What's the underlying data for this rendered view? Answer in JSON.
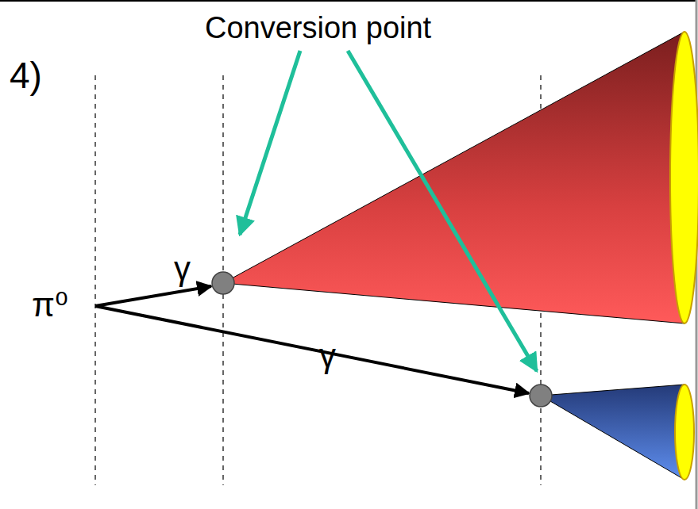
{
  "diagram": {
    "labels": [
      "Conversion point",
      "4)",
      "γ",
      "π⁰",
      "γ"
    ]
  }
}
